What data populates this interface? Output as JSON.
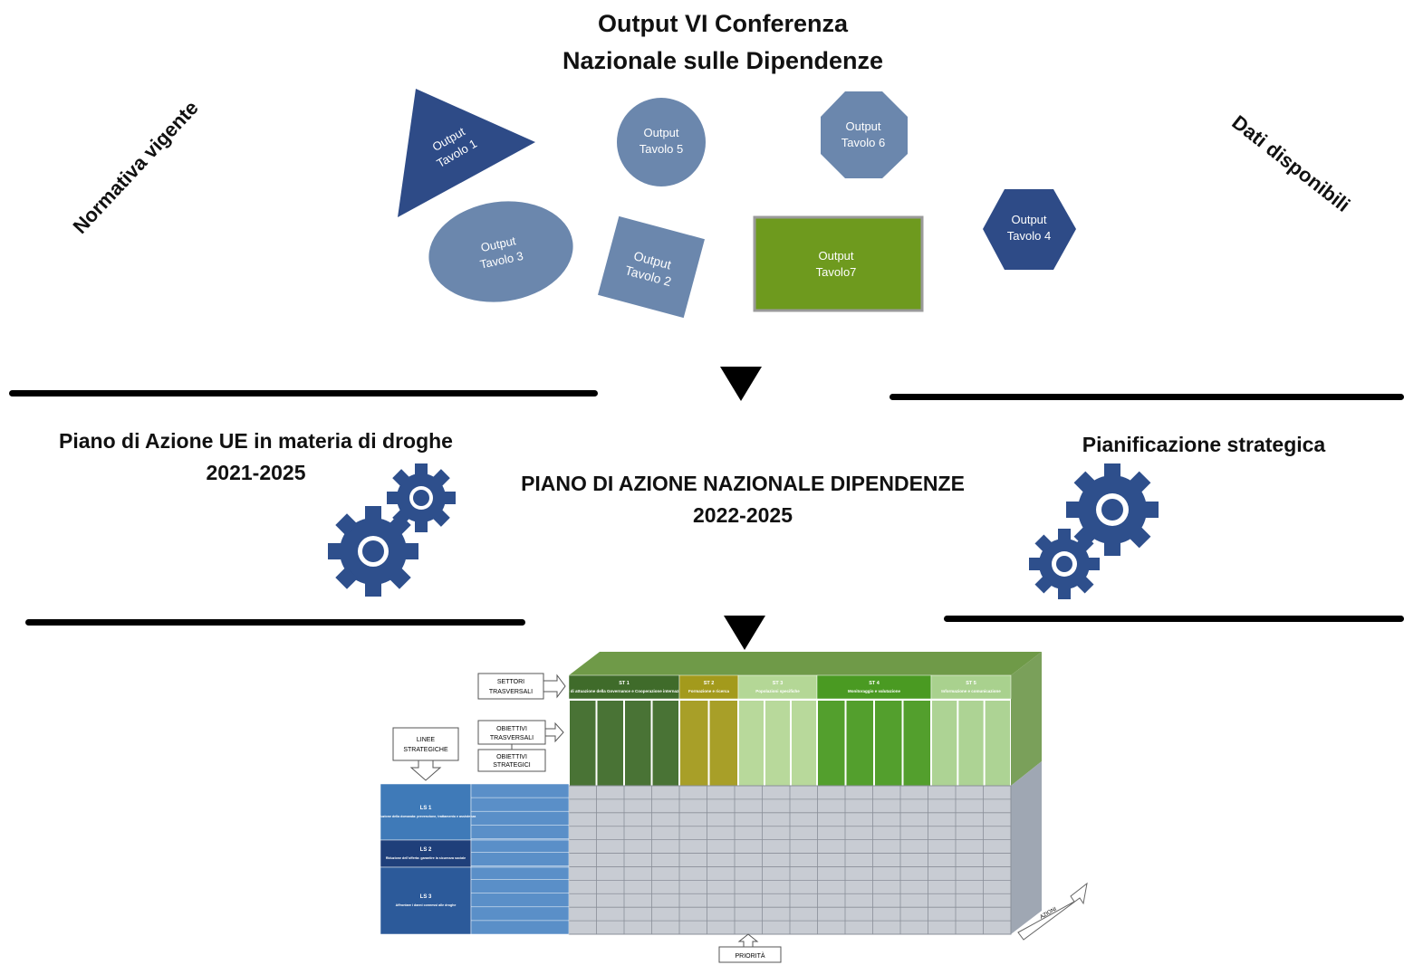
{
  "header": {
    "title_line1": "Output VI Conferenza",
    "title_line2": "Nazionale sulle Dipendenze"
  },
  "side_labels": {
    "left": "Normativa vigente",
    "right": "Dati disponibili"
  },
  "outputs": {
    "t1": {
      "line1": "Output",
      "line2": "Tavolo 1"
    },
    "t2": {
      "line1": "Output",
      "line2": "Tavolo 2"
    },
    "t3": {
      "line1": "Output",
      "line2": "Tavolo 3"
    },
    "t4": {
      "line1": "Output",
      "line2": "Tavolo 4"
    },
    "t5": {
      "line1": "Output",
      "line2": "Tavolo 5"
    },
    "t6": {
      "line1": "Output",
      "line2": "Tavolo 6"
    },
    "t7": {
      "line1": "Output",
      "line2": "Tavolo7"
    }
  },
  "middle": {
    "left_title": "Piano di Azione UE in materia di droghe",
    "left_years": "2021-2025",
    "center_title": "PIANO DI AZIONE NAZIONALE DIPENDENZE",
    "center_years": "2022-2025",
    "right_title": "Pianificazione strategica"
  },
  "matrix": {
    "labels": {
      "settori": [
        "SETTORI",
        "TRASVERSALI"
      ],
      "obiettivi_trasv": [
        "OBIETTIVI",
        "TRASVERSALI"
      ],
      "obiettivi_strat": [
        "OBIETTIVI",
        "STRATEGICI"
      ],
      "linee": [
        "LINEE",
        "STRATEGICHE"
      ],
      "priorita": "PRIORITÀ",
      "azioni": "AZIONI"
    },
    "sectors": [
      {
        "code": "ST 1",
        "name": "Livelli di attuazione della Governance e Cooperazione internazionale",
        "color": "#3f6b2a"
      },
      {
        "code": "ST 2",
        "name": "Formazione e ricerca",
        "color": "#a39a1c"
      },
      {
        "code": "ST 3",
        "name": "Popolazioni specifiche",
        "color": "#b4d796"
      },
      {
        "code": "ST 4",
        "name": "Monitoraggio e valutazione",
        "color": "#4a9a22"
      },
      {
        "code": "ST 5",
        "name": "Informazione e comunicazione",
        "color": "#a9d18e"
      }
    ],
    "lines": [
      {
        "code": "LS 1",
        "name": "Riduzione della domanda: prevenzione, trattamento e assistenza",
        "color": "#3f7ab8"
      },
      {
        "code": "LS 2",
        "name": "Riduzione dell'offerta: garantire la sicurezza sociale",
        "color": "#1f3f7a"
      },
      {
        "code": "LS 3",
        "name": "Affrontare i danni connessi alle droghe",
        "color": "#2c5a9a"
      }
    ]
  },
  "colors": {
    "dark_blue": "#2e4b87",
    "steel_blue": "#6b87ad",
    "green": "#6e9a1e",
    "gear_blue": "#2e4f8c"
  }
}
